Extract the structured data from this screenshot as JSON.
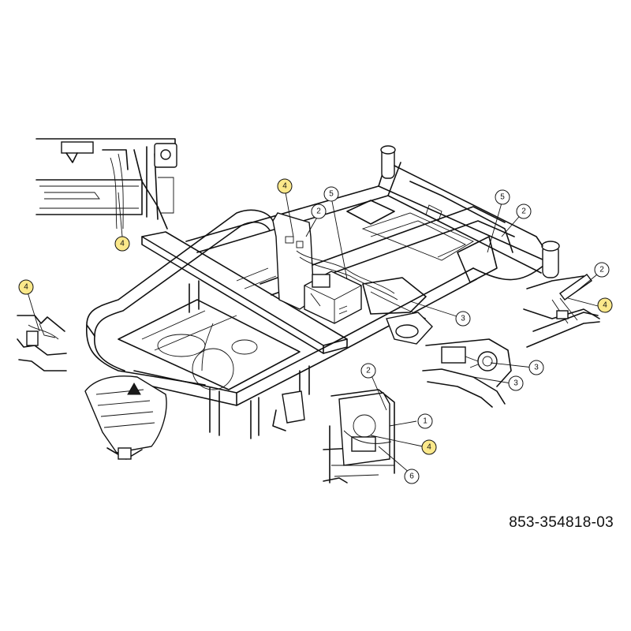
{
  "part_number": "853-354818-03",
  "callouts": [
    {
      "label": "4",
      "highlighted": true
    },
    {
      "label": "4",
      "highlighted": true
    },
    {
      "label": "4",
      "highlighted": true
    },
    {
      "label": "2",
      "highlighted": false
    },
    {
      "label": "5",
      "highlighted": false
    },
    {
      "label": "5",
      "highlighted": false
    },
    {
      "label": "2",
      "highlighted": false
    },
    {
      "label": "3",
      "highlighted": false
    },
    {
      "label": "2",
      "highlighted": false
    },
    {
      "label": "4",
      "highlighted": true
    },
    {
      "label": "3",
      "highlighted": false
    },
    {
      "label": "3",
      "highlighted": false
    },
    {
      "label": "2",
      "highlighted": false
    },
    {
      "label": "1",
      "highlighted": false
    },
    {
      "label": "4",
      "highlighted": true
    },
    {
      "label": "6",
      "highlighted": false
    }
  ],
  "colors": {
    "highlight": "#fbe88a",
    "line": "#111111",
    "background": "#ffffff"
  }
}
